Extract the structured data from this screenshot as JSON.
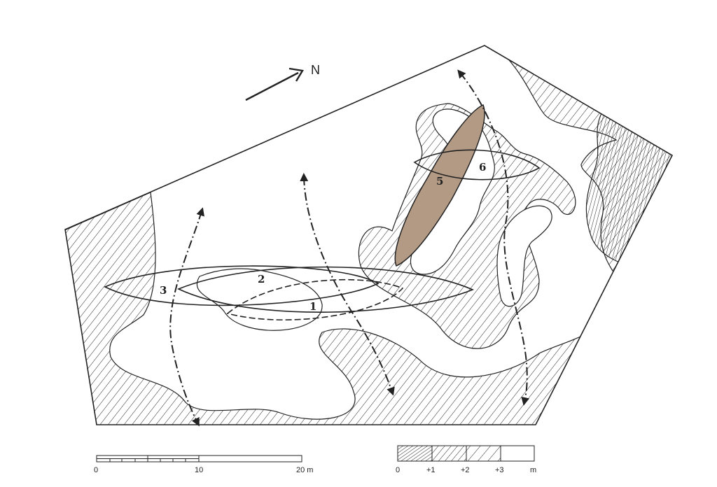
{
  "north": {
    "label": "N"
  },
  "pits": [
    {
      "id": "1",
      "label": "1"
    },
    {
      "id": "2",
      "label": "2"
    },
    {
      "id": "3",
      "label": "3"
    },
    {
      "id": "5",
      "label": "5"
    },
    {
      "id": "6",
      "label": "6"
    }
  ],
  "distance_scale": {
    "ticks": [
      "0",
      "10",
      "20 m"
    ]
  },
  "elevation_legend": {
    "ticks": [
      "0",
      "+1",
      "+2",
      "+3",
      "m"
    ],
    "classes": [
      {
        "range": "0 to +1",
        "pattern": "dense-hatch"
      },
      {
        "range": "+1 to +2",
        "pattern": "medium-hatch"
      },
      {
        "range": "+2 to +3",
        "pattern": "sparse-hatch"
      },
      {
        "range": "above +3",
        "pattern": "blank"
      }
    ]
  },
  "colors": {
    "ink": "#222222",
    "highlight": "#b39a85"
  }
}
